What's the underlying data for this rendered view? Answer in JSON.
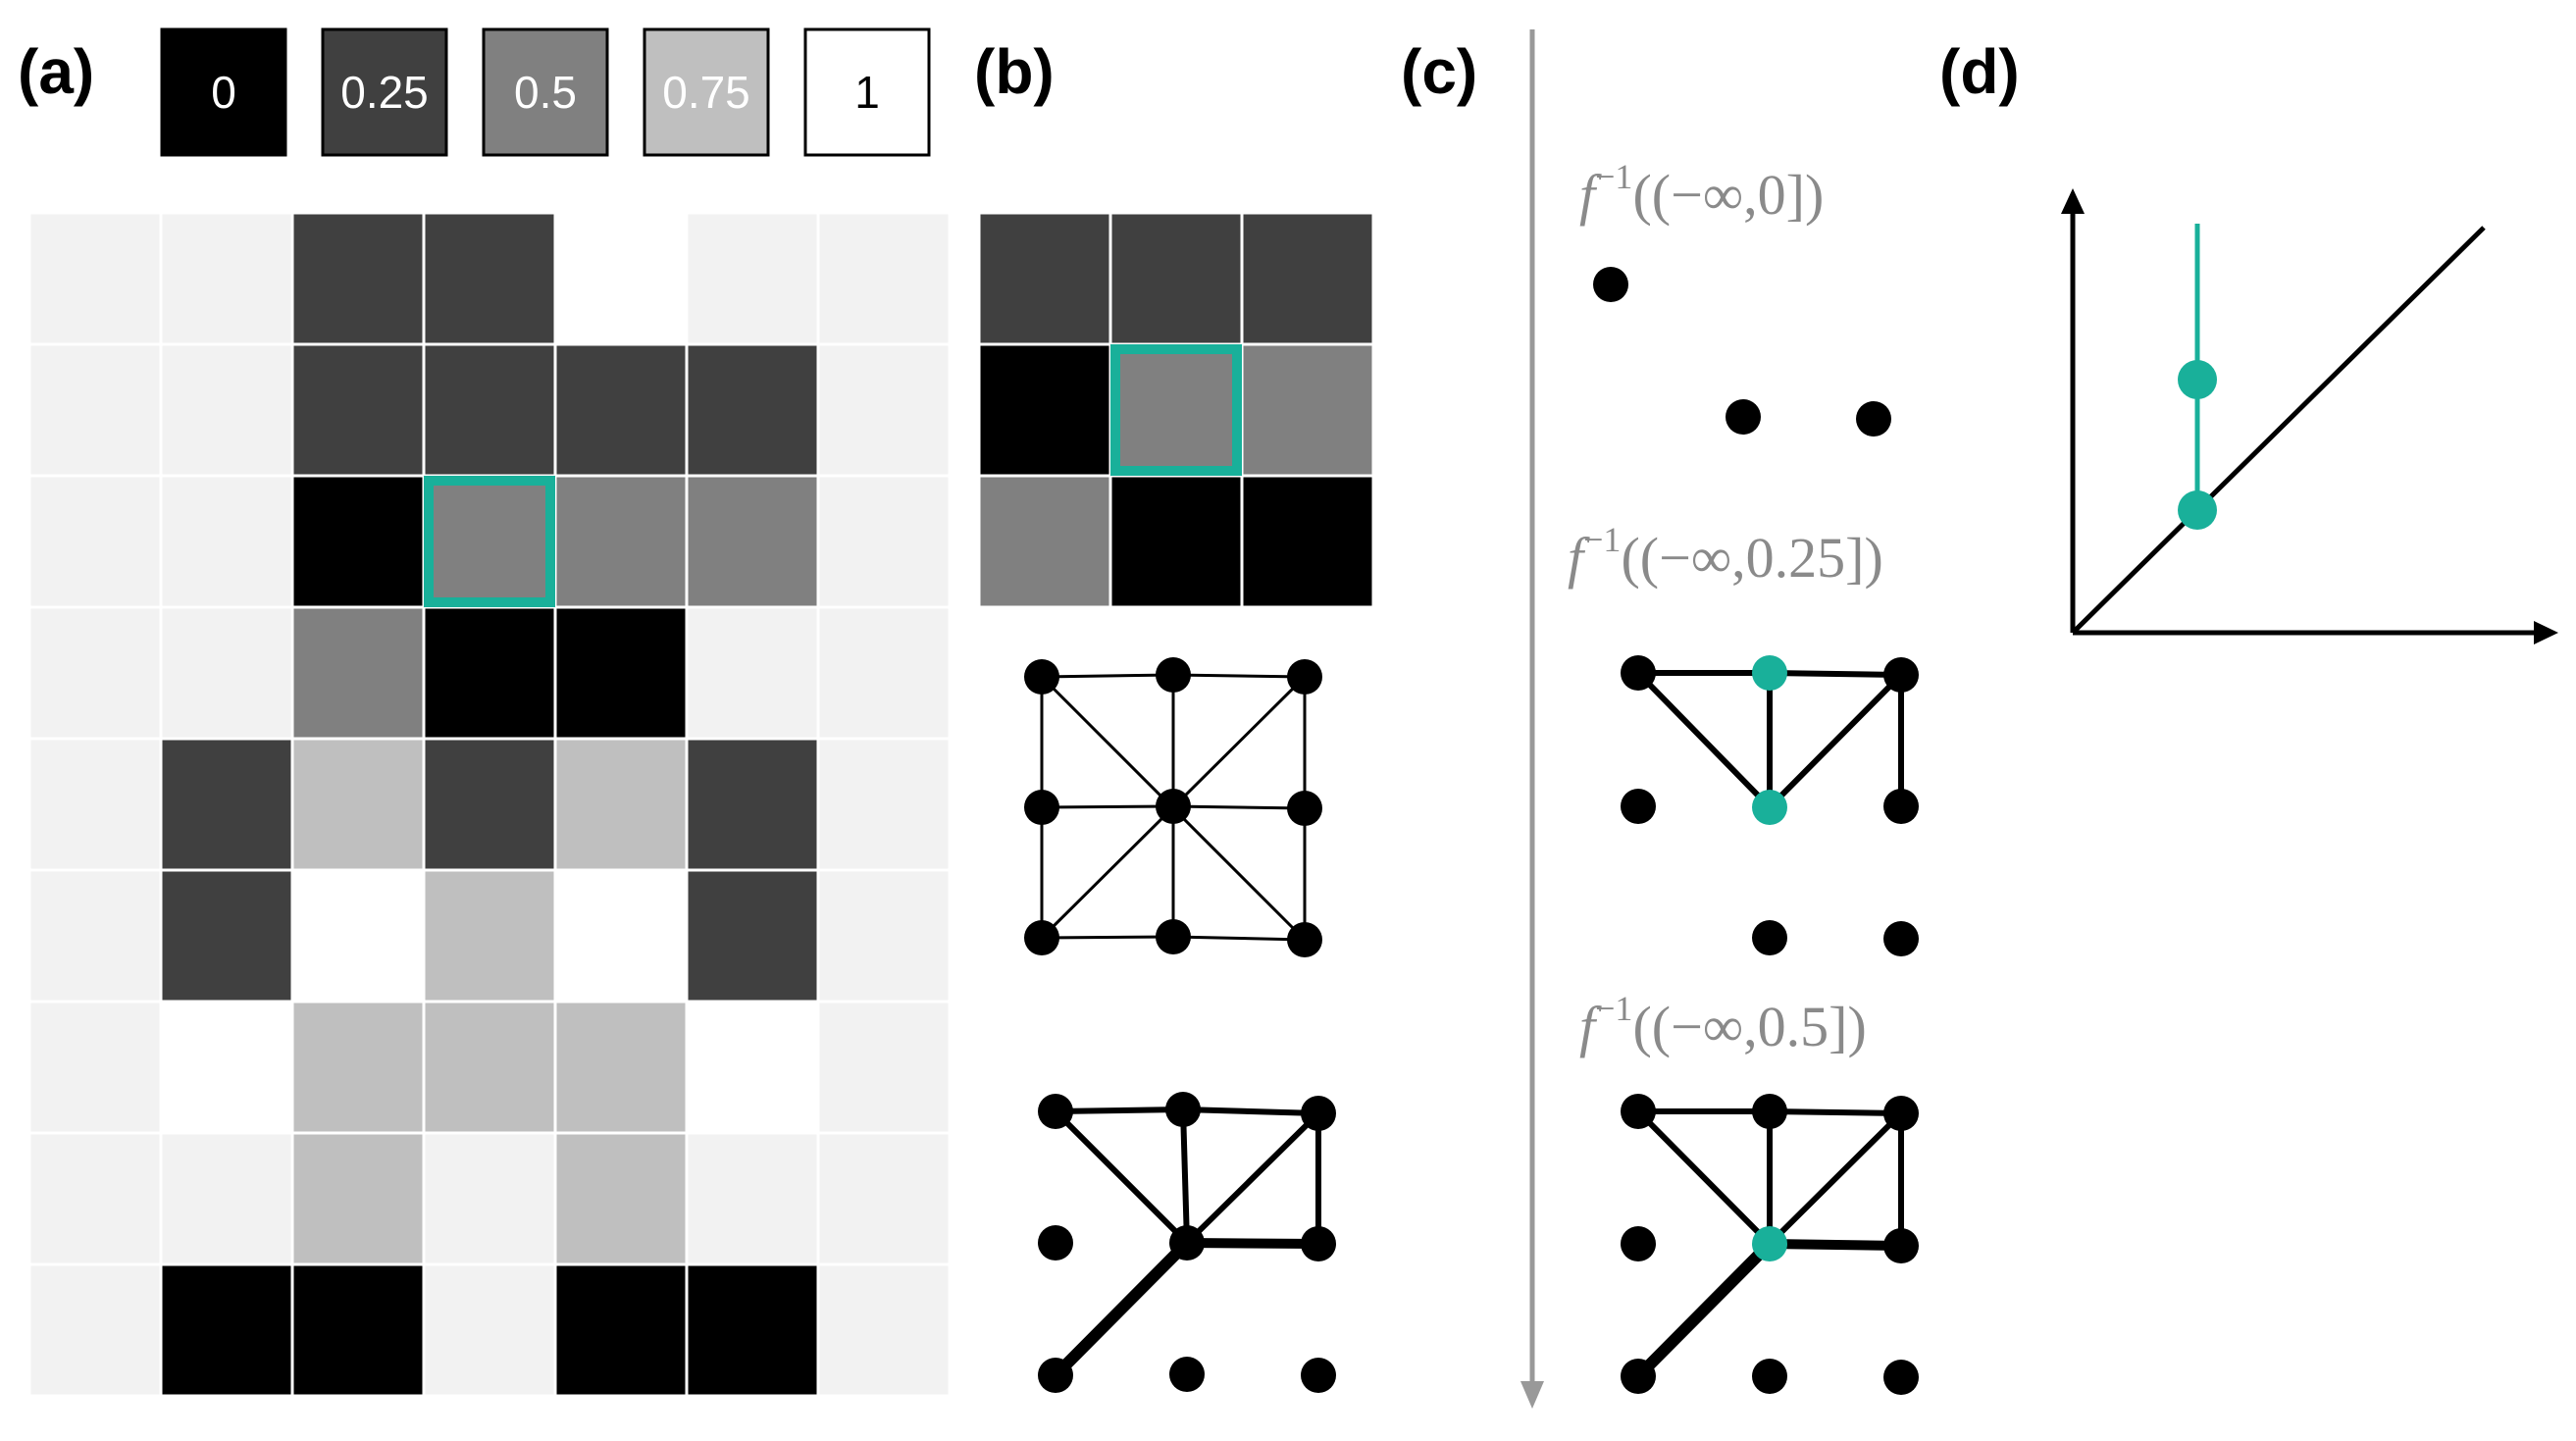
{
  "panel_labels": {
    "a": "(a)",
    "b": "(b)",
    "c": "(c)",
    "d": "(d)"
  },
  "legend": [
    {
      "label": "0",
      "fill": "#000000",
      "text_color": "#ffffff"
    },
    {
      "label": "0.25",
      "fill": "#404040",
      "text_color": "#ffffff"
    },
    {
      "label": "0.5",
      "fill": "#808080",
      "text_color": "#ffffff"
    },
    {
      "label": "0.75",
      "fill": "#bfbfbf",
      "text_color": "#ffffff"
    },
    {
      "label": "1",
      "fill": "#ffffff",
      "text_color": "#000000"
    }
  ],
  "image_grid": [
    [
      1,
      1,
      0.25,
      0.25,
      1,
      1,
      1
    ],
    [
      1,
      1,
      0.25,
      0.25,
      0.25,
      0.25,
      1
    ],
    [
      1,
      1,
      0,
      0.5,
      0.5,
      0.5,
      1
    ],
    [
      1,
      1,
      0.5,
      0,
      0,
      1,
      1
    ],
    [
      1,
      0.25,
      0.75,
      0.25,
      0.75,
      0.25,
      1
    ],
    [
      1,
      0.25,
      1,
      0.75,
      1,
      0.25,
      1
    ],
    [
      1,
      1,
      0.75,
      0.75,
      0.75,
      1,
      1
    ],
    [
      1,
      1,
      0.75,
      1,
      0.75,
      1,
      1
    ],
    [
      1,
      0,
      0,
      1,
      0,
      0,
      1
    ]
  ],
  "background_gray": "#f2f2f2",
  "highlight_cell": {
    "row": 2,
    "col": 3
  },
  "patch_grid": [
    [
      0.25,
      0.25,
      0.25
    ],
    [
      0,
      0.5,
      0.5
    ],
    [
      0.5,
      0,
      0
    ]
  ],
  "accent_color": "#19b09a",
  "filtration_labels": [
    {
      "base": "f",
      "sup": "−1",
      "arg": "((−∞,0])"
    },
    {
      "base": "f",
      "sup": "−1",
      "arg": "((−∞,0.25])"
    },
    {
      "base": "f",
      "sup": "−1",
      "arg": "((−∞,0.5])"
    }
  ],
  "persistence_diagram": {
    "birth": 0.5,
    "death_shown": 0.25
  }
}
